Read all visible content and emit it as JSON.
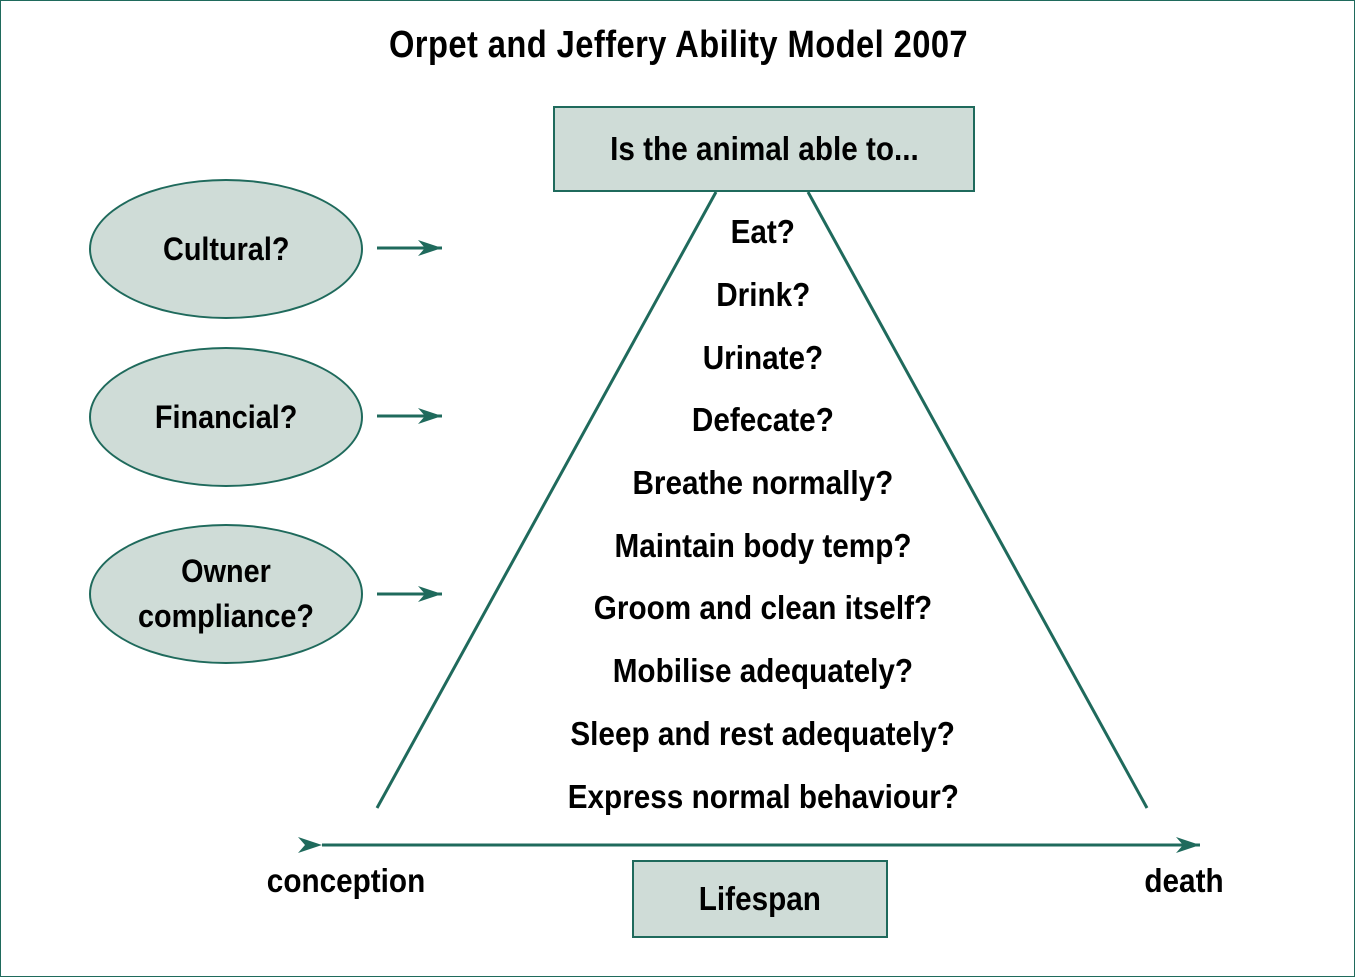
{
  "title": "Orpet and Jeffery Ability Model 2007",
  "top_box": "Is the animal able to...",
  "factors": [
    "Cultural?",
    "Financial?",
    "Owner compliance?"
  ],
  "questions": [
    "Eat?",
    "Drink?",
    "Urinate?",
    "Defecate?",
    "Breathe normally?",
    "Maintain body temp?",
    "Groom and clean itself?",
    "Mobilise adequately?",
    "Sleep and rest adequately?",
    "Express normal behaviour?"
  ],
  "axis": {
    "start_label": "conception",
    "end_label": "death",
    "center_label": "Lifespan"
  },
  "colors": {
    "line": "#1f6a5c",
    "fill": "#cfdcd7"
  }
}
